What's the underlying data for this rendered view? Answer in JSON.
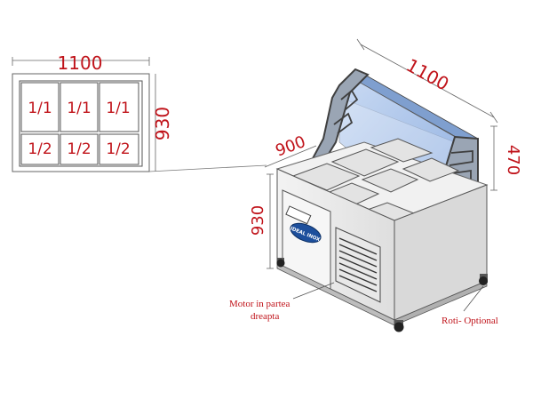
{
  "top_view": {
    "width_label": "1100",
    "depth_label": "930",
    "pans": [
      "1/1",
      "1/1",
      "1/1",
      "1/2",
      "1/2",
      "1/2"
    ]
  },
  "unit_view": {
    "width_label": "1100",
    "depth_label": "900",
    "height_label": "930",
    "hood_height_label": "470",
    "brand_badge": "IDEAL INOX"
  },
  "notes": {
    "motor_line1": "Motor in  partea",
    "motor_line2": "dreapta",
    "wheels": "Roti- Optional"
  },
  "colors": {
    "dimension_text": "#c0131a",
    "glass": "#a9c4ea",
    "hood_frame": "#4a4a4a",
    "cabinet": "#e9e9e9"
  }
}
